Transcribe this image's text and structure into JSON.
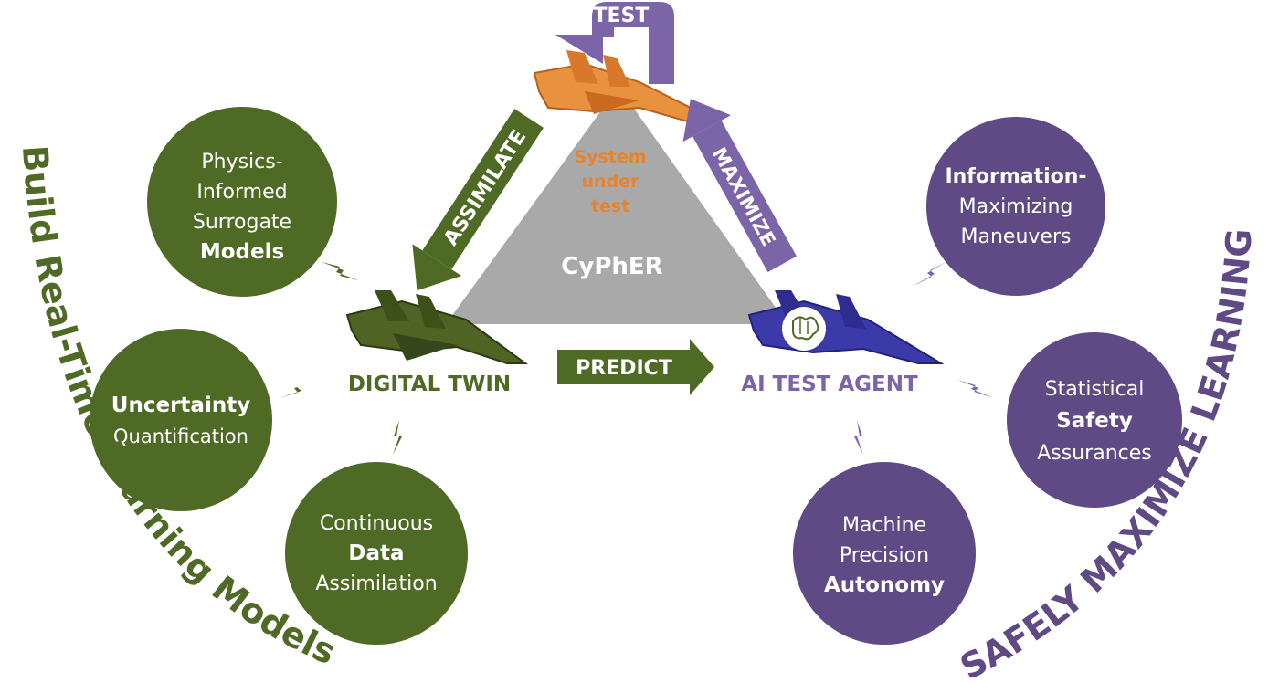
{
  "colors": {
    "green": "#4f6a24",
    "green_dark": "#3f5619",
    "purple": "#5f4a85",
    "purple_light": "#7b65a8",
    "orange": "#e8832e",
    "gray": "#a9a9a9",
    "white": "#ffffff"
  },
  "center": {
    "system_line1": "System",
    "system_line2": "under",
    "system_line3": "test",
    "core": "CyPhER"
  },
  "arrows": {
    "test": "TEST",
    "assimilate": "ASSIMILATE",
    "maximize": "MAXIMIZE",
    "predict": "PREDICT"
  },
  "nodes": {
    "digital_twin": "DIGITAL TWIN",
    "ai_test_agent": "AI TEST AGENT"
  },
  "green_bubbles": {
    "physics": {
      "l1": "Physics-",
      "l2": "Informed",
      "l3": "Surrogate",
      "l4": "Models"
    },
    "uncertainty": {
      "l1": "Uncertainty",
      "l2": "Quantification"
    },
    "continuous": {
      "l1": "Continuous",
      "l2": "Data",
      "l3": "Assimilation"
    }
  },
  "purple_bubbles": {
    "information": {
      "l1": "Information-",
      "l2": "Maximizing",
      "l3": "Maneuvers"
    },
    "statistical": {
      "l1": "Statistical",
      "l2": "Safety",
      "l3": "Assurances"
    },
    "machine": {
      "l1": "Machine",
      "l2": "Precision",
      "l3": "Autonomy"
    }
  },
  "arcs": {
    "left": "Build Real-Time Learning Models",
    "right": "SAFELY MAXIMIZE LEARNING"
  },
  "icons": {
    "aircraft": "jet-aircraft-icon",
    "brain": "brain-icon",
    "connector": "lightning-bolt-icon"
  }
}
